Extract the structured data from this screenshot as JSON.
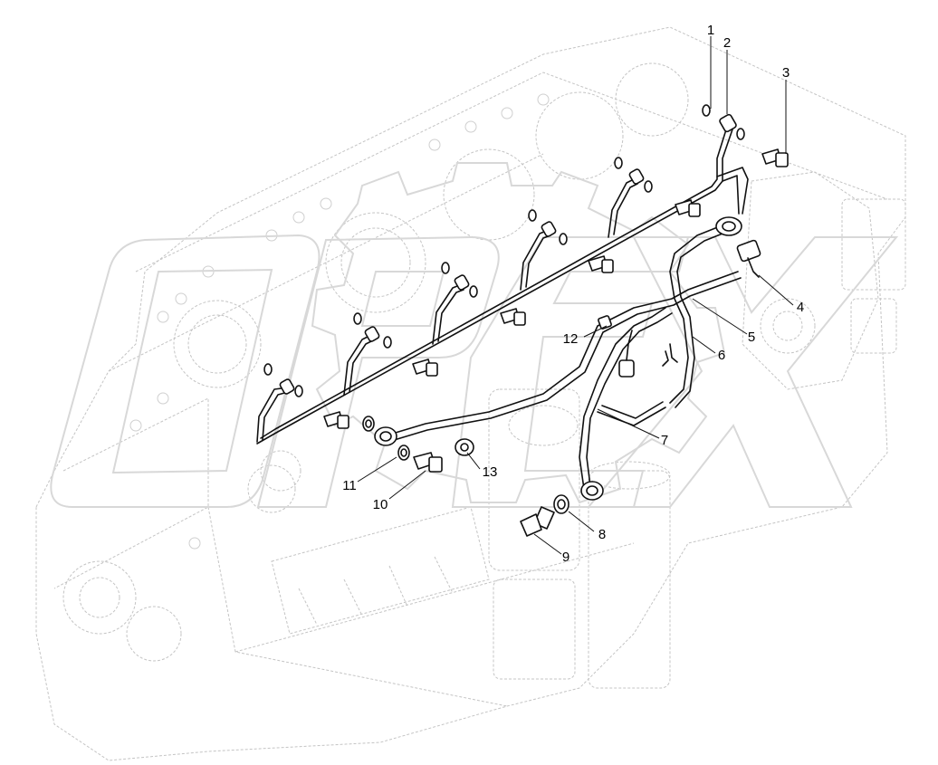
{
  "callouts": [
    {
      "id": "c1",
      "label": "1"
    },
    {
      "id": "c2",
      "label": "2"
    },
    {
      "id": "c3",
      "label": "3"
    },
    {
      "id": "c4",
      "label": "4"
    },
    {
      "id": "c5",
      "label": "5"
    },
    {
      "id": "c6",
      "label": "6"
    },
    {
      "id": "c7",
      "label": "7"
    },
    {
      "id": "c8",
      "label": "8"
    },
    {
      "id": "c9",
      "label": "9"
    },
    {
      "id": "c10",
      "label": "10"
    },
    {
      "id": "c11",
      "label": "11"
    },
    {
      "id": "c12",
      "label": "12"
    },
    {
      "id": "c13",
      "label": "13"
    }
  ],
  "watermark_text": "OPEX",
  "colors": {
    "line": "#111111",
    "ghost": "#c4c4c4",
    "background": "#ffffff"
  }
}
